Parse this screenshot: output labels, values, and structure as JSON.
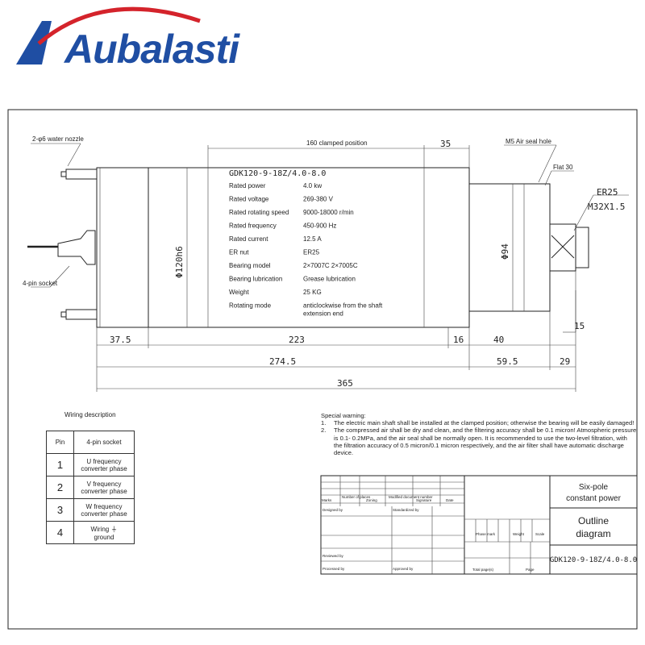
{
  "brand": {
    "name": "Aubalasti",
    "accent": "#1f4ea3",
    "swoosh": "#d4232b"
  },
  "callouts": {
    "water_nozzle": "2-φ6 water nozzle",
    "pin_socket": "4-pin socket",
    "air_seal": "M5 Air seal hole",
    "flat": "Flat 30",
    "er": "ER25",
    "thread": "M32X1.5",
    "clamped": "160 clamped position"
  },
  "dimensions": {
    "d35": "35",
    "d120": "Φ120h6",
    "d94": "Φ94",
    "d15": "15",
    "d37_5": "37.5",
    "d223": "223",
    "d16": "16",
    "d40": "40",
    "d274_5": "274.5",
    "d59_5": "59.5",
    "d29": "29",
    "d365": "365"
  },
  "nameplate": {
    "model": "GDK120-9-18Z/4.0-8.0",
    "specs": [
      {
        "label": "Rated power",
        "value": "4.0 kw"
      },
      {
        "label": "Rated voltage",
        "value": "269-380 V"
      },
      {
        "label": "Rated rotating speed",
        "value": "9000-18000 r/min"
      },
      {
        "label": "Rated frequency",
        "value": "450-900 Hz"
      },
      {
        "label": "Rated current",
        "value": "12.5 A"
      },
      {
        "label": "ER nut",
        "value": "ER25"
      },
      {
        "label": "Bearing model",
        "value": "2×7007C 2×7005C"
      },
      {
        "label": "Bearing lubrication",
        "value": "Grease lubrication"
      },
      {
        "label": "Weight",
        "value": "25 KG"
      },
      {
        "label": "Rotating mode",
        "value": "anticlockwise from the shaft",
        "value2": "extension end"
      }
    ]
  },
  "wiring": {
    "title": "Wiring description",
    "head_pin": "Pin",
    "head_socket": "4-pin socket",
    "rows": [
      {
        "pin": "1",
        "desc": "U frequency",
        "desc2": "converter phase"
      },
      {
        "pin": "2",
        "desc": "V frequency",
        "desc2": "converter phase"
      },
      {
        "pin": "3",
        "desc": "W frequency",
        "desc2": "converter phase"
      },
      {
        "pin": "4",
        "desc": "Wiring",
        "desc2": "ground"
      }
    ]
  },
  "warning": {
    "title": "Special warning:",
    "items": [
      {
        "num": "1.",
        "text": "The electric main shaft shall be installed at the clamped position; otherwise the bearing will be easily damaged!"
      },
      {
        "num": "2.",
        "text": "The compressed air shall be dry and clean, and the filtering accuracy shall be 0.1 micron! Atmospheric pressure is 0.1- 0.2MPa, and the air seal shall be normally open. It is recommended to use the two-level filtration, with the filtration accuracy of 0.5 micron/0.1 micron respectively, and the air filter shall have automatic discharge device."
      }
    ]
  },
  "titleblock": {
    "marks": "Marks",
    "num_places": "Number of places",
    "zoning": "Zoning",
    "modified": "Modified document number",
    "signature": "Signature",
    "date": "Date",
    "designed": "Designed by",
    "standardized": "Standardized by",
    "reviewed": "Reviewed by",
    "processed": "Processed by",
    "approved": "Approved by",
    "phase_mark": "Phase mark",
    "weight": "Weight",
    "scale": "Scale",
    "total_pages": "Total  page(s)",
    "page": "Page",
    "title1": "Six-pole",
    "title2": "constant power",
    "diag1": "Outline",
    "diag2": "diagram",
    "model": "GDK120-9-18Z/4.0-8.0"
  }
}
